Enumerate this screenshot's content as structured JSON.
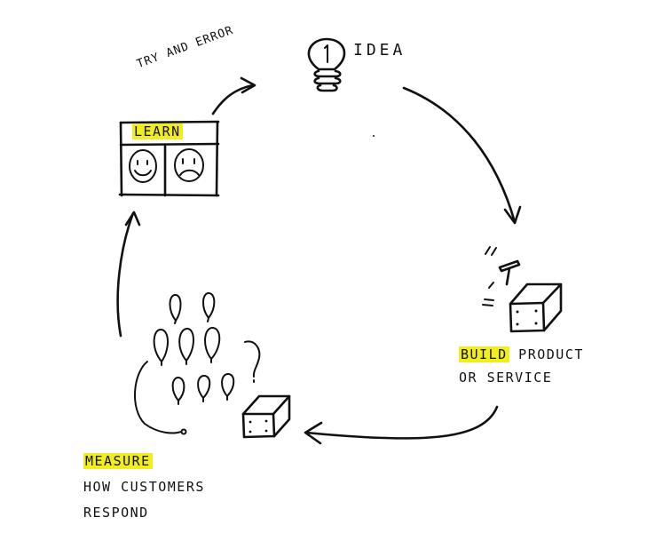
{
  "colors": {
    "ink": "#111111",
    "highlight": "#f2ee1e",
    "background": "#ffffff"
  },
  "labels": {
    "try_and_error": "TRY AND ERROR",
    "idea": "IDEA",
    "learn": "LEARN",
    "build": "BUILD",
    "build_rest_1": " PRODUCT",
    "build_rest_2": "OR SERVICE",
    "measure": "MEASURE",
    "measure_rest_1": "HOW CUSTOMERS",
    "measure_rest_2": "RESPOND"
  },
  "icons": {
    "idea": "lightbulb-icon",
    "learn": "smiley-and-frowny-board-icon",
    "build": "hammer-and-box-icon",
    "measure": "crowd-of-customers-icon"
  }
}
